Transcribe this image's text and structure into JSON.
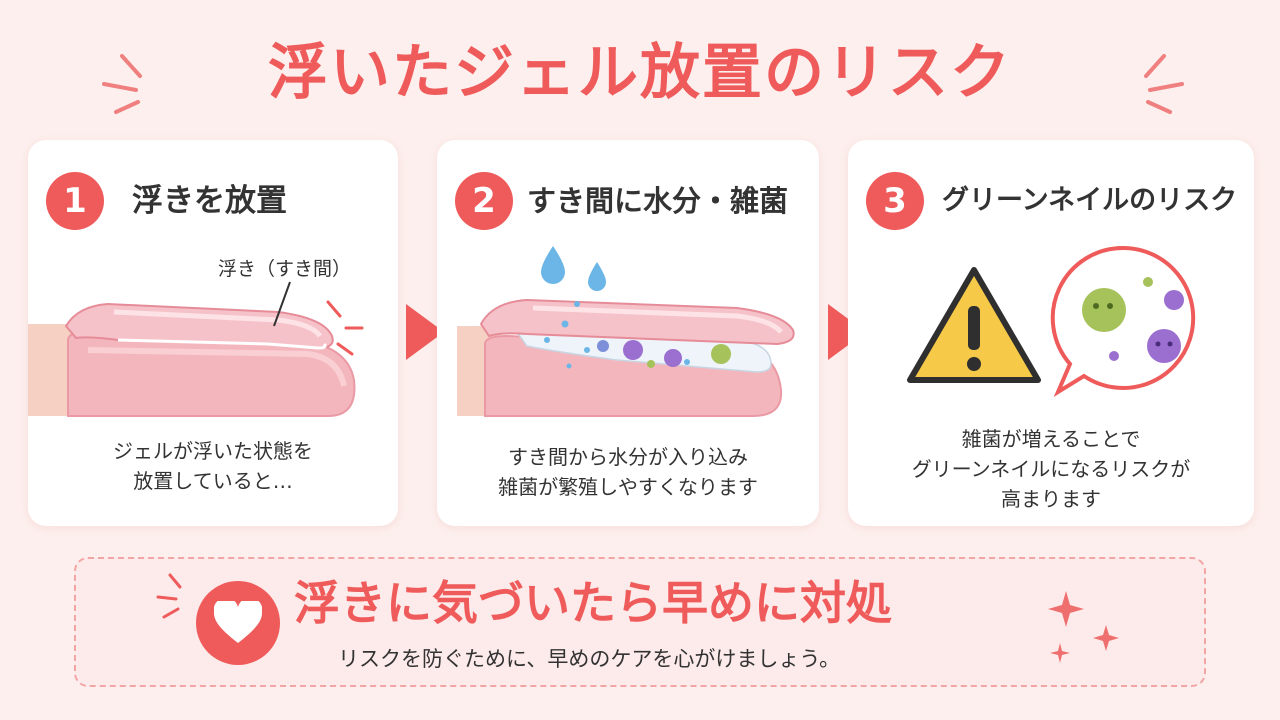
{
  "title": "浮いたジェル放置のリスク",
  "colors": {
    "accent": "#ef5b5b",
    "background": "#fcefed",
    "warning": "#f7c948"
  },
  "steps": [
    {
      "number": "1",
      "title": "浮きを放置",
      "label": "浮き（すき間）",
      "description_lines": [
        "ジェルが浮いた状態を",
        "放置していると…"
      ]
    },
    {
      "number": "2",
      "title": "すき間に水分・雑菌",
      "description_lines": [
        "すき間から水分が入り込み",
        "雑菌が繁殖しやすくなります"
      ]
    },
    {
      "number": "3",
      "title": "グリーンネイルのリスク",
      "description_lines": [
        "雑菌が増えることで",
        "グリーンネイルになるリスクが",
        "高まります"
      ]
    }
  ],
  "icons": [
    "arrow-right-icon",
    "water-drop-icon",
    "bacteria-icon",
    "warning-icon",
    "heart-icon",
    "sparkle-icon"
  ],
  "bottom": {
    "title": "浮きに気づいたら早めに対処",
    "subtitle": "リスクを防ぐために、早めのケアを心がけましょう。"
  }
}
